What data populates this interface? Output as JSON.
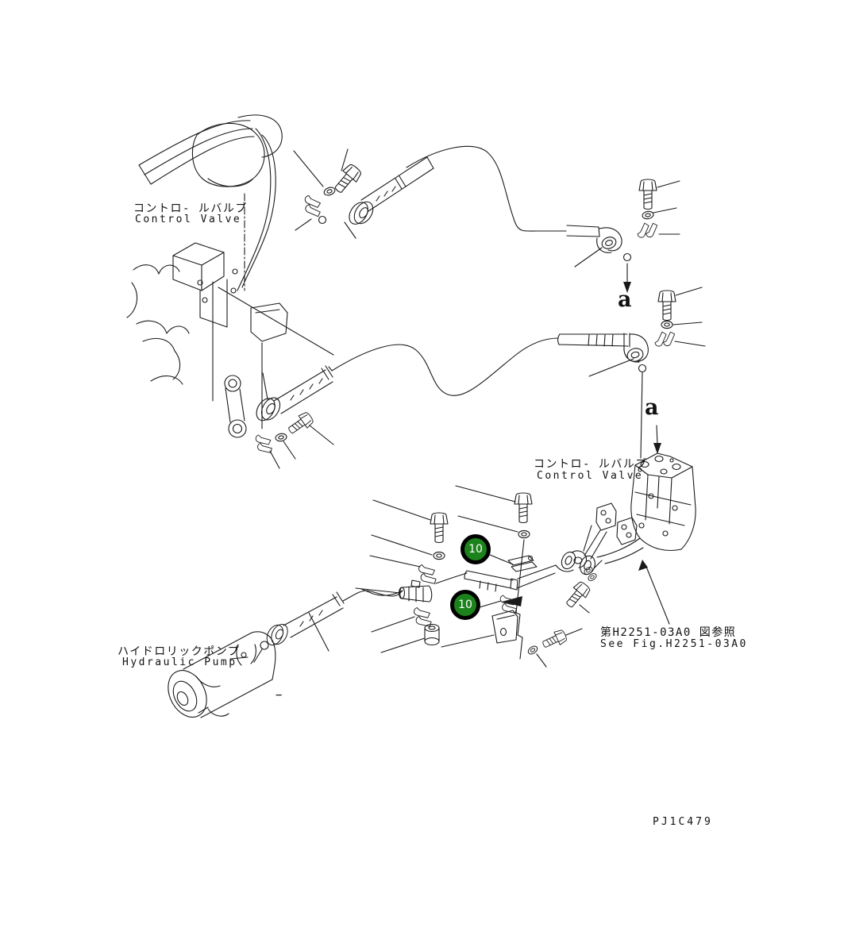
{
  "page": {
    "background": "#ffffff",
    "line_color": "#1a1a1a"
  },
  "labels": {
    "control_valve_top": {
      "jp": "コントロ- ルバルブ",
      "en": "Control Valve"
    },
    "control_valve_right": {
      "jp": "コントロ- ルバルブ",
      "en": "Control Valve"
    },
    "hydraulic_pump": {
      "jp": "ハイドロリックポンプ",
      "en": "Hydraulic Pump"
    },
    "see_fig": {
      "jp": "第H2251-03A0 図参照",
      "en": "See Fig.H2251-03A0"
    },
    "view_ref_top": "a",
    "view_ref_bottom": "a",
    "drawing_code": "PJ1C479",
    "dash_mark": "−"
  },
  "callouts": {
    "item_upper": "10",
    "item_lower": "10",
    "fill": "#1c831c",
    "ring": "#000000",
    "text_color": "#ffffff"
  }
}
